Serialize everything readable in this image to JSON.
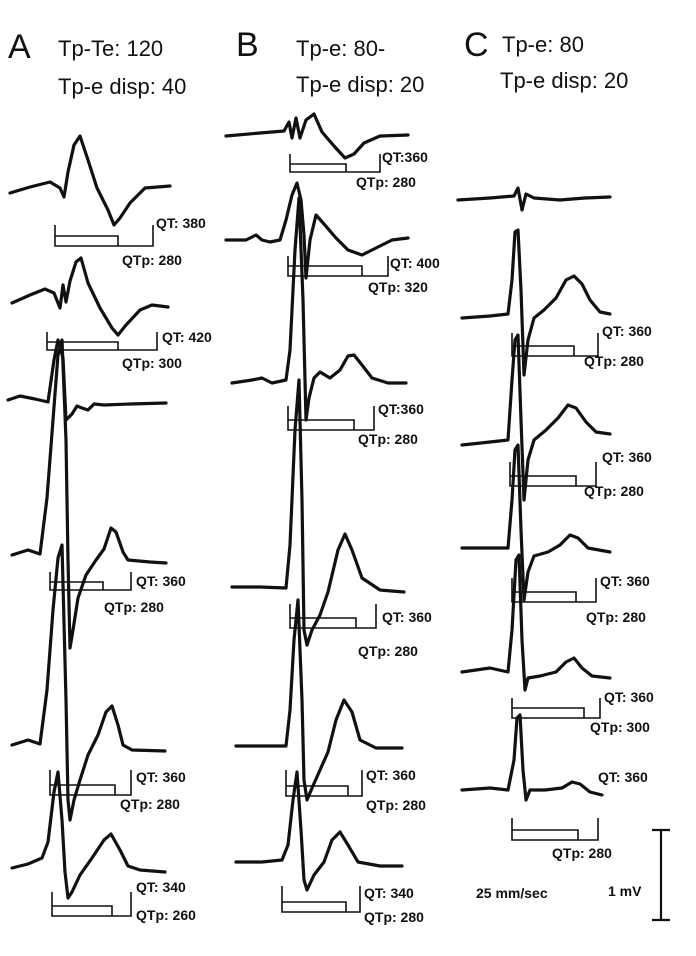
{
  "panels": [
    {
      "letter": "A",
      "line1": "Tp-Te: 120",
      "line2": "Tp-e disp: 40",
      "leads": [
        {
          "qt": "QT: 380",
          "qtp": "QTp: 280"
        },
        {
          "qt": "QT: 420",
          "qtp": "QTp: 300"
        },
        {
          "qt": "QT: 360",
          "qtp": "QTp: 280"
        },
        {
          "qt": "QT: 360",
          "qtp": "QTp: 280"
        },
        {
          "qt": "QT: 340",
          "qtp": "QTp: 260"
        }
      ]
    },
    {
      "letter": "B",
      "line1": "Tp-e: 80-",
      "line2": "Tp-e disp: 20",
      "leads": [
        {
          "qt": "QT:360",
          "qtp": "QTp: 280"
        },
        {
          "qt": "QT: 400",
          "qtp": "QTp: 320"
        },
        {
          "qt": "QT:360",
          "qtp": "QTp: 280"
        },
        {
          "qt": "QT: 360",
          "qtp": "QTp: 280"
        },
        {
          "qt": "QT: 360",
          "qtp": "QTp: 280"
        },
        {
          "qt": "QT: 340",
          "qtp": "QTp: 280"
        }
      ]
    },
    {
      "letter": "C",
      "line1": "Tp-e: 80",
      "line2": "Tp-e disp: 20",
      "leads": [
        {
          "qt": "QT: 360",
          "qtp": "QTp: 280"
        },
        {
          "qt": "QT: 360",
          "qtp": "QTp: 280"
        },
        {
          "qt": "QT: 360",
          "qtp": "QTp: 280"
        },
        {
          "qt": "QT: 360",
          "qtp": "QTp: 300"
        },
        {
          "qt": "QT: 360",
          "qtp": "QTp: 280"
        }
      ]
    }
  ],
  "paper_speed": "25 mm/sec",
  "calibration": "1 mV"
}
